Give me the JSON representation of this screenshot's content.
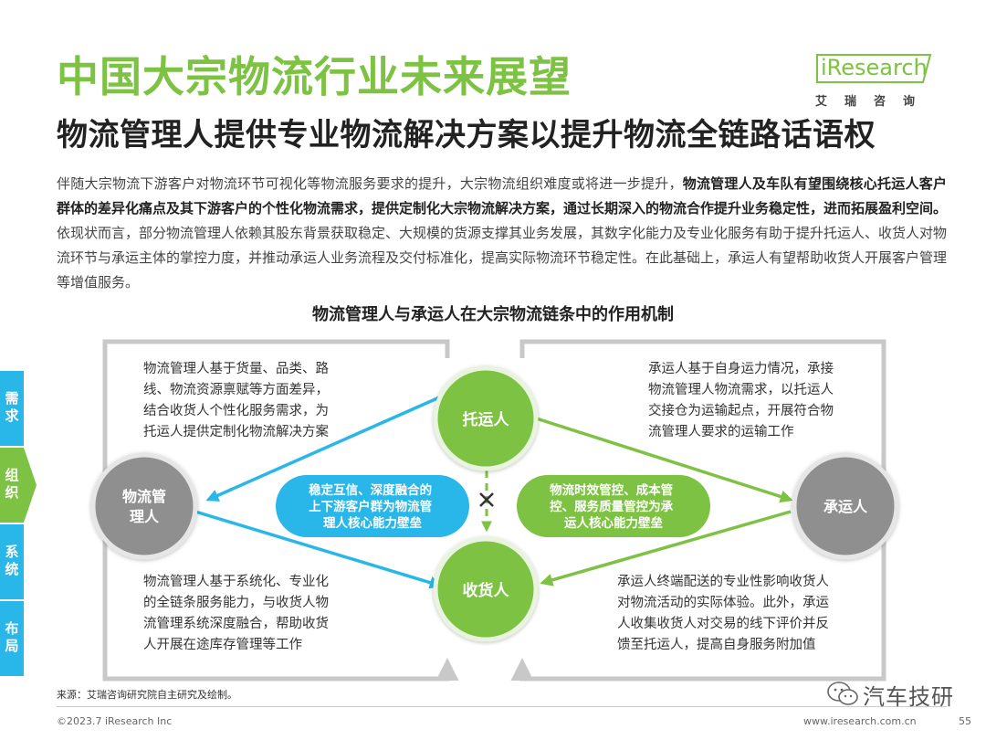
{
  "header": {
    "title": "中国大宗物流行业未来展望",
    "subtitle": "物流管理人提供专业物流解决方案以提升物流全链路话语权"
  },
  "logo": {
    "text": "iResearch",
    "subtext": "艾瑞咨询"
  },
  "body": {
    "p1": "伴随大宗物流下游客户对物流环节可视化等物流服务要求的提升，大宗物流组织难度或将进一步提升，",
    "b1": "物流管理人及车队有望围绕核心托运人客户群体的差异化痛点及其下游客户的个性化物流需求，提供定制化大宗物流解决方案，通过长期深入的物流合作提升业务稳定性，进而拓展盈利空间。",
    "p2": "依现状而言，部分物流管理人依赖其股东背景获取稳定、大规模的货源支撑其业务发展，其数字化能力及专业化服务有助于提升托运人、收货人对物流环节与承运主体的掌控力度，并推动承运人业务流程及交付标准化，提高实际物流环节稳定性。在此基础上，承运人有望帮助收货人开展客户管理等增值服务。"
  },
  "diagram": {
    "title": "物流管理人与承运人在大宗物流链条中的作用机制",
    "nodes": {
      "manager_line1": "物流管",
      "manager_line2": "理人",
      "shipper": "托运人",
      "consignee": "收货人",
      "carrier": "承运人"
    },
    "center_left": [
      "稳定互信、深度融合的",
      "上下游客户群为物流管",
      "理人核心能力壁垒"
    ],
    "center_right": [
      "物流时效管控、成本管",
      "控、服务质量管控为承",
      "运人核心能力壁垒"
    ],
    "text_top_left": [
      "物流管理人基于货量、品类、路",
      "线、物流资源禀赋等方面差异，",
      "结合收货人个性化服务需求，为",
      "托运人提供定制化物流解决方案"
    ],
    "text_top_right": [
      "承运人基于自身运力情况，承接",
      "物流管理人物流需求，以托运人",
      "交接仓为运输起点，开展符合物",
      "流管理人要求的运输工作"
    ],
    "text_bottom_left": [
      "物流管理人基于系统化、专业化",
      "的全链条服务能力，与收货人物",
      "流管理系统深度融合，帮助收货",
      "人开展在途库存管理等工作"
    ],
    "text_bottom_right": [
      "承运人终端配送的专业性影响收货人",
      "对物流活动的实际体验。此外，承运",
      "人收集收货人对交易的线下评价并反",
      "馈至托运人，提高自身服务附加值"
    ]
  },
  "sidebar": {
    "tabs": [
      "需求",
      "组织",
      "系统",
      "布局"
    ]
  },
  "colors": {
    "green": "#7dc242",
    "cyan": "#29b6e8",
    "gray_node": "#8f8f8f",
    "frame_gray": "#c8c8c8",
    "tab_green": "#7dc242",
    "tab_cyan": "#29b6e8"
  },
  "footer": {
    "source": "来源：艾瑞咨询研究院自主研究及绘制。",
    "copyright": "©2023.7 iResearch Inc",
    "website": "www.iresearch.com.cn",
    "page": "55"
  },
  "watermark": {
    "text": "汽车技研",
    "icon": "wechat-icon"
  }
}
